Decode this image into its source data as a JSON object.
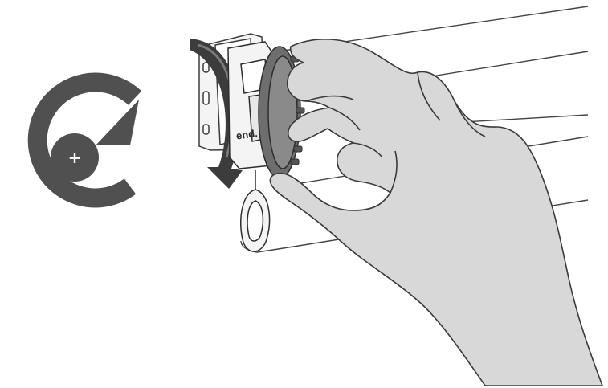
{
  "rotation_symbol": {
    "direction": "clockwise",
    "center_label": "+",
    "icon": "rotate-clockwise-plus-icon",
    "color": "#505050"
  },
  "turn_arrow": {
    "direction": "clockwise",
    "color": "#3c3c3c"
  },
  "device": {
    "brand_label": "end.",
    "knob_color": "#6e6e6e",
    "housing_color": "#f4f4f4"
  },
  "hand": {
    "fill_color": "#d8d8d8",
    "outline_color": "#3a3a3a"
  },
  "tube": {
    "line_color": "#444444"
  }
}
